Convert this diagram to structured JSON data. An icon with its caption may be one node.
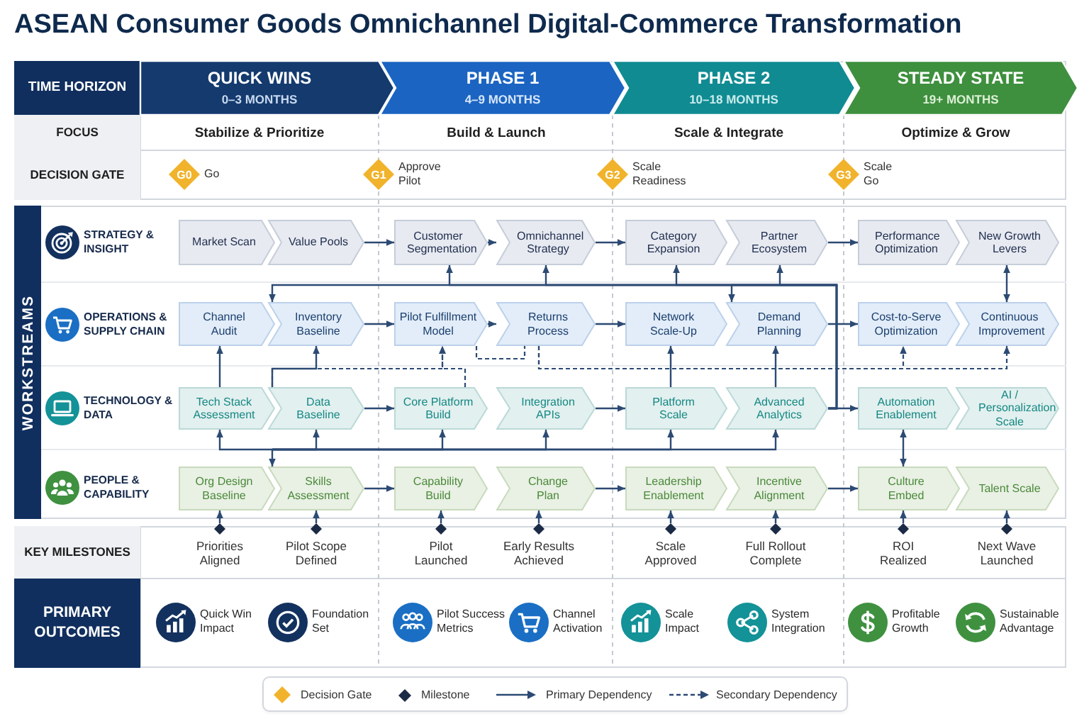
{
  "diagram": {
    "title": "ASEAN Consumer Goods Omnichannel Digital-Commerce Transformation",
    "nodes": [
      {
        "text": [
          "TIME HORIZON"
        ]
      },
      {
        "text": [
          "QUICK WINS",
          "0–3 MONTHS"
        ]
      },
      {
        "text": [
          "PHASE 1",
          "4–9 MONTHS"
        ]
      },
      {
        "text": [
          "PHASE 2",
          "10–18 MONTHS"
        ]
      },
      {
        "text": [
          "STEADY STATE",
          "19+ MONTHS"
        ]
      },
      {
        "text": [
          "FOCUS"
        ]
      },
      {
        "text": [
          "DECISION GATE"
        ]
      },
      {
        "text": [
          "G0"
        ],
        "beside": [
          "Go"
        ]
      },
      {
        "text": [
          "G1"
        ],
        "beside": [
          "Approve Pilot"
        ]
      },
      {
        "text": [
          "G2"
        ],
        "beside": [
          "Scale Readiness"
        ]
      },
      {
        "text": [
          "G3"
        ],
        "beside": [
          "Scale Go"
        ]
      },
      {
        "text": [
          "WORKSTREAMS"
        ]
      },
      {
        "text": [
          "Market Scan"
        ]
      },
      {
        "text": [
          "Value Pools"
        ]
      },
      {
        "text": [
          "Customer Segmentation"
        ]
      },
      {
        "text": [
          "Omnichannel Strategy"
        ]
      },
      {
        "text": [
          "Category Expansion"
        ]
      },
      {
        "text": [
          "Partner Ecosystem"
        ]
      },
      {
        "text": [
          "Performance Optimization"
        ]
      },
      {
        "text": [
          "New Growth Levers"
        ]
      },
      {
        "text": [
          "Channel Audit"
        ]
      },
      {
        "text": [
          "Inventory Baseline"
        ]
      },
      {
        "text": [
          "Pilot Fulfillment Model"
        ]
      },
      {
        "text": [
          "Returns Process"
        ]
      },
      {
        "text": [
          "Network Scale-Up"
        ]
      },
      {
        "text": [
          "Demand Planning"
        ]
      },
      {
        "text": [
          "Cost-to-Serve Optimization"
        ]
      },
      {
        "text": [
          "Continuous Improvement"
        ]
      },
      {
        "text": [
          "Tech Stack Assessment"
        ]
      },
      {
        "text": [
          "Data Baseline"
        ]
      },
      {
        "text": [
          "Core Platform Build"
        ]
      },
      {
        "text": [
          "Integration APIs"
        ]
      },
      {
        "text": [
          "Platform Scale"
        ]
      },
      {
        "text": [
          "Advanced Analytics"
        ]
      },
      {
        "text": [
          "Automation Enablement"
        ]
      },
      {
        "text": [
          "AI / Personalization Scale"
        ]
      },
      {
        "text": [
          "Org Design Baseline"
        ]
      },
      {
        "text": [
          "Skills Assessment"
        ]
      },
      {
        "text": [
          "Capability Build"
        ]
      },
      {
        "text": [
          "Change Plan"
        ]
      },
      {
        "text": [
          "Leadership Enablement"
        ]
      },
      {
        "text": [
          "Incentive Alignment"
        ]
      },
      {
        "text": [
          "Culture Embed"
        ]
      },
      {
        "text": [
          "Talent Scale"
        ]
      },
      {
        "text": [
          "KEY MILESTONES"
        ]
      },
      {
        "text": [
          "Priorities Aligned"
        ]
      },
      {
        "text": [
          "Pilot Scope Defined"
        ]
      },
      {
        "text": [
          "Pilot Launched"
        ]
      },
      {
        "text": [
          "Early Results Achieved"
        ]
      },
      {
        "text": [
          "Scale Approved"
        ]
      },
      {
        "text": [
          "Full Rollout Complete"
        ]
      },
      {
        "text": [
          "ROI Realized"
        ]
      },
      {
        "text": [
          "Next Wave Launched"
        ]
      },
      {
        "text": [
          "PRIMARY OUTCOMES"
        ]
      }
    ],
    "edges": [
      {
        "from": 13,
        "to": 14,
        "arrow": "to"
      },
      {
        "from": 14,
        "to": 15,
        "arrow": "to"
      },
      {
        "from": 15,
        "to": 16,
        "arrow": "to"
      },
      {
        "from": 17,
        "to": 18,
        "arrow": "to"
      },
      {
        "from": 21,
        "to": 22,
        "arrow": "to"
      },
      {
        "from": 22,
        "to": 23,
        "arrow": "to"
      },
      {
        "from": 23,
        "to": 24,
        "arrow": "to"
      },
      {
        "from": 25,
        "to": 26,
        "arrow": "to"
      },
      {
        "from": 29,
        "to": 30,
        "arrow": "to"
      },
      {
        "from": 31,
        "to": 32,
        "arrow": "to"
      },
      {
        "from": 33,
        "to": 34,
        "arrow": "to"
      },
      {
        "from": 37,
        "to": 38,
        "arrow": "to"
      },
      {
        "from": 39,
        "to": 40,
        "arrow": "to"
      },
      {
        "from": 41,
        "to": 42,
        "arrow": "to"
      },
      {
        "from": 28,
        "to": 20,
        "arrow": "to"
      },
      {
        "from": 29,
        "to": 21,
        "arrow": "to"
      },
      {
        "from": 29,
        "to": 22,
        "arrow": "to",
        "style": "dashed"
      },
      {
        "from": 30,
        "to": 22,
        "arrow": "to",
        "style": "dashed"
      },
      {
        "from": 22,
        "to": 23,
        "arrow": "none",
        "style": "dashed"
      },
      {
        "from": 32,
        "to": 24,
        "arrow": "to"
      },
      {
        "from": 33,
        "to": 25,
        "arrow": "to"
      },
      {
        "from": 23,
        "to": 26,
        "arrow": "to",
        "style": "dashed"
      },
      {
        "from": 23,
        "to": 27,
        "arrow": "to",
        "style": "dashed"
      },
      {
        "from": 33,
        "to": 14,
        "arrow": "to"
      },
      {
        "from": 33,
        "to": 15,
        "arrow": "to"
      },
      {
        "from": 33,
        "to": 16,
        "arrow": "to"
      },
      {
        "from": 33,
        "to": 17,
        "arrow": "to"
      },
      {
        "from": 33,
        "to": 21,
        "arrow": "to"
      },
      {
        "from": 33,
        "to": 25,
        "arrow": "to"
      },
      {
        "from": null,
        "to": 28,
        "arrow": "to"
      },
      {
        "from": null,
        "to": 29,
        "arrow": "to"
      },
      {
        "from": null,
        "to": 30,
        "arrow": "to"
      },
      {
        "from": null,
        "to": 31,
        "arrow": "to"
      },
      {
        "from": null,
        "to": 32,
        "arrow": "to"
      },
      {
        "from": null,
        "to": 33,
        "arrow": "to"
      },
      {
        "from": null,
        "to": 37,
        "arrow": "to"
      },
      {
        "from": 34,
        "to": 42,
        "arrow": "both"
      },
      {
        "from": 19,
        "to": 27,
        "arrow": "both"
      },
      {
        "from": 45,
        "to": 36,
        "arrow": "to"
      },
      {
        "from": 46,
        "to": 37,
        "arrow": "to"
      },
      {
        "from": 47,
        "to": 38,
        "arrow": "to"
      },
      {
        "from": 48,
        "to": 39,
        "arrow": "to"
      },
      {
        "from": 49,
        "to": 40,
        "arrow": "to"
      },
      {
        "from": 50,
        "to": 41,
        "arrow": "to"
      },
      {
        "from": 51,
        "to": 42,
        "arrow": "to"
      },
      {
        "from": 52,
        "to": 43,
        "arrow": "to"
      }
    ],
    "labels": [
      "Stabilize & Prioritize",
      "Build & Launch",
      "Scale & Integrate",
      "Optimize & Grow",
      "STRATEGY & INSIGHT",
      "OPERATIONS & SUPPLY CHAIN",
      "TECHNOLOGY & DATA",
      "PEOPLE & CAPABILITY",
      "Quick Win Impact",
      "Foundation Set",
      "Pilot Success Metrics",
      "Channel Activation",
      "Scale Impact",
      "System Integration",
      "Profitable Growth",
      "Sustainable Advantage"
    ],
    "legend": [
      {
        "text": "Decision Gate"
      },
      {
        "text": "Milestone"
      },
      {
        "text": "Primary Dependency"
      },
      {
        "text": "Secondary Dependency"
      }
    ]
  }
}
